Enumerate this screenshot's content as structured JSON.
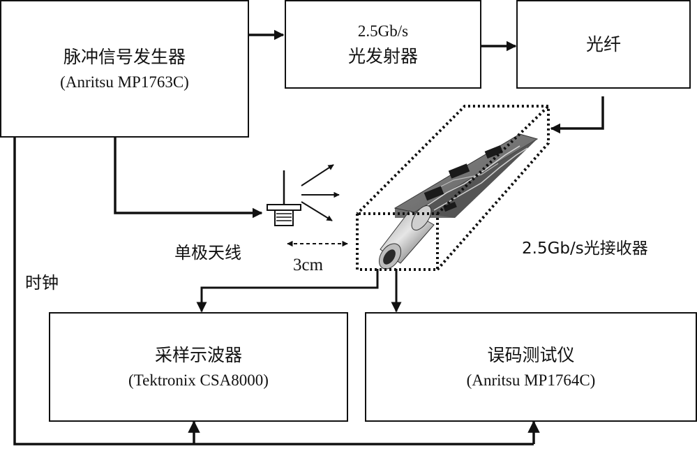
{
  "blocks": {
    "pulse_generator": {
      "title": "脉冲信号发生器",
      "model": "(Anritsu MP1763C)"
    },
    "transmitter": {
      "rate": "2.5Gb/s",
      "title": "光发射器"
    },
    "fiber": {
      "title": "光纤"
    },
    "oscilloscope": {
      "title": "采样示波器",
      "model": "(Tektronix CSA8000)"
    },
    "ber_tester": {
      "title": "误码测试仪",
      "model": "(Anritsu MP1764C)"
    }
  },
  "labels": {
    "antenna": "单极天线",
    "distance": "3cm",
    "receiver": "2.5Gb/s光接收器",
    "clock": "时钟"
  }
}
